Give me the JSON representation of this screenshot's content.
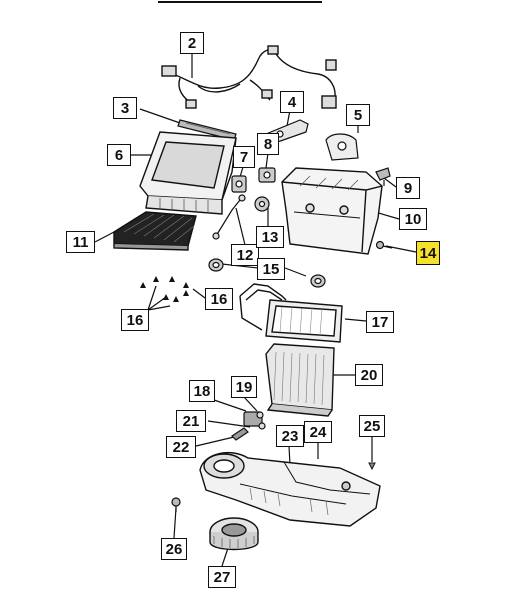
{
  "diagram": {
    "title_bar_visible": true,
    "highlight_color": "#f5e12b",
    "line_color": "#111111",
    "callouts": [
      {
        "id": "2",
        "label": "2",
        "highlighted": false
      },
      {
        "id": "3",
        "label": "3",
        "highlighted": false
      },
      {
        "id": "4",
        "label": "4",
        "highlighted": false
      },
      {
        "id": "5",
        "label": "5",
        "highlighted": false
      },
      {
        "id": "6",
        "label": "6",
        "highlighted": false
      },
      {
        "id": "7",
        "label": "7",
        "highlighted": false
      },
      {
        "id": "8",
        "label": "8",
        "highlighted": false
      },
      {
        "id": "9",
        "label": "9",
        "highlighted": false
      },
      {
        "id": "10",
        "label": "10",
        "highlighted": false
      },
      {
        "id": "11",
        "label": "11",
        "highlighted": false
      },
      {
        "id": "12",
        "label": "12",
        "highlighted": false
      },
      {
        "id": "13",
        "label": "13",
        "highlighted": false
      },
      {
        "id": "14",
        "label": "14",
        "highlighted": true
      },
      {
        "id": "15",
        "label": "15",
        "highlighted": false
      },
      {
        "id": "16a",
        "label": "16",
        "highlighted": false
      },
      {
        "id": "16b",
        "label": "16",
        "highlighted": false
      },
      {
        "id": "17",
        "label": "17",
        "highlighted": false
      },
      {
        "id": "18",
        "label": "18",
        "highlighted": false
      },
      {
        "id": "19",
        "label": "19",
        "highlighted": false
      },
      {
        "id": "20",
        "label": "20",
        "highlighted": false
      },
      {
        "id": "21",
        "label": "21",
        "highlighted": false
      },
      {
        "id": "22",
        "label": "22",
        "highlighted": false
      },
      {
        "id": "23",
        "label": "23",
        "highlighted": false
      },
      {
        "id": "24",
        "label": "24",
        "highlighted": false
      },
      {
        "id": "25",
        "label": "25",
        "highlighted": false
      },
      {
        "id": "26",
        "label": "26",
        "highlighted": false
      },
      {
        "id": "27",
        "label": "27",
        "highlighted": false
      }
    ],
    "parts": [
      {
        "id": "wiring-harness"
      },
      {
        "id": "seal-strip"
      },
      {
        "id": "door-actuator-bracket"
      },
      {
        "id": "cover-plate"
      },
      {
        "id": "hvac-upper-housing"
      },
      {
        "id": "mode-actuator"
      },
      {
        "id": "blend-actuator"
      },
      {
        "id": "sensor"
      },
      {
        "id": "housing-assembly"
      },
      {
        "id": "cabin-air-filter"
      },
      {
        "id": "link-arm"
      },
      {
        "id": "actuator-gear"
      },
      {
        "id": "screw"
      },
      {
        "id": "grommet"
      },
      {
        "id": "clip"
      },
      {
        "id": "evaporator-core"
      },
      {
        "id": "heater-core"
      },
      {
        "id": "blower-resistor"
      },
      {
        "id": "blower-housing"
      },
      {
        "id": "blower-motor"
      },
      {
        "id": "fastener"
      }
    ]
  }
}
